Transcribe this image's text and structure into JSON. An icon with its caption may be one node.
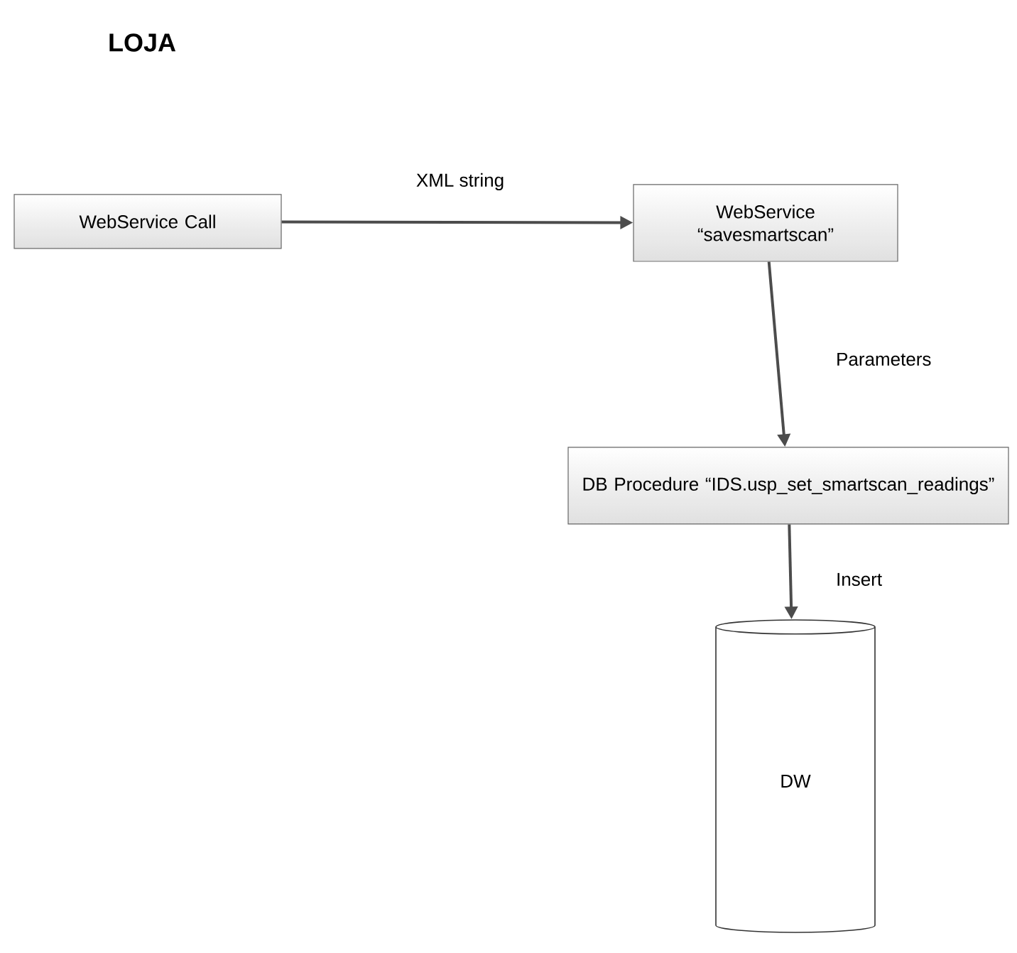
{
  "diagram": {
    "nodes": [
      {
        "text": [
          "WebService Call"
        ]
      },
      {
        "text": [
          "WebService “savesmartscan”"
        ]
      },
      {
        "text": [
          "DB Procedure “IDS.usp_set_smartscan_readings”"
        ]
      },
      {
        "text": [
          "DW"
        ]
      }
    ],
    "edges": [
      {
        "from": 0,
        "to": 1,
        "arrow": "to",
        "label": "XML string"
      },
      {
        "from": 1,
        "to": 2,
        "arrow": "to",
        "label": "Parameters"
      },
      {
        "from": 2,
        "to": 3,
        "arrow": "to",
        "label": "Insert"
      }
    ],
    "labels": [
      "LOJA"
    ]
  }
}
